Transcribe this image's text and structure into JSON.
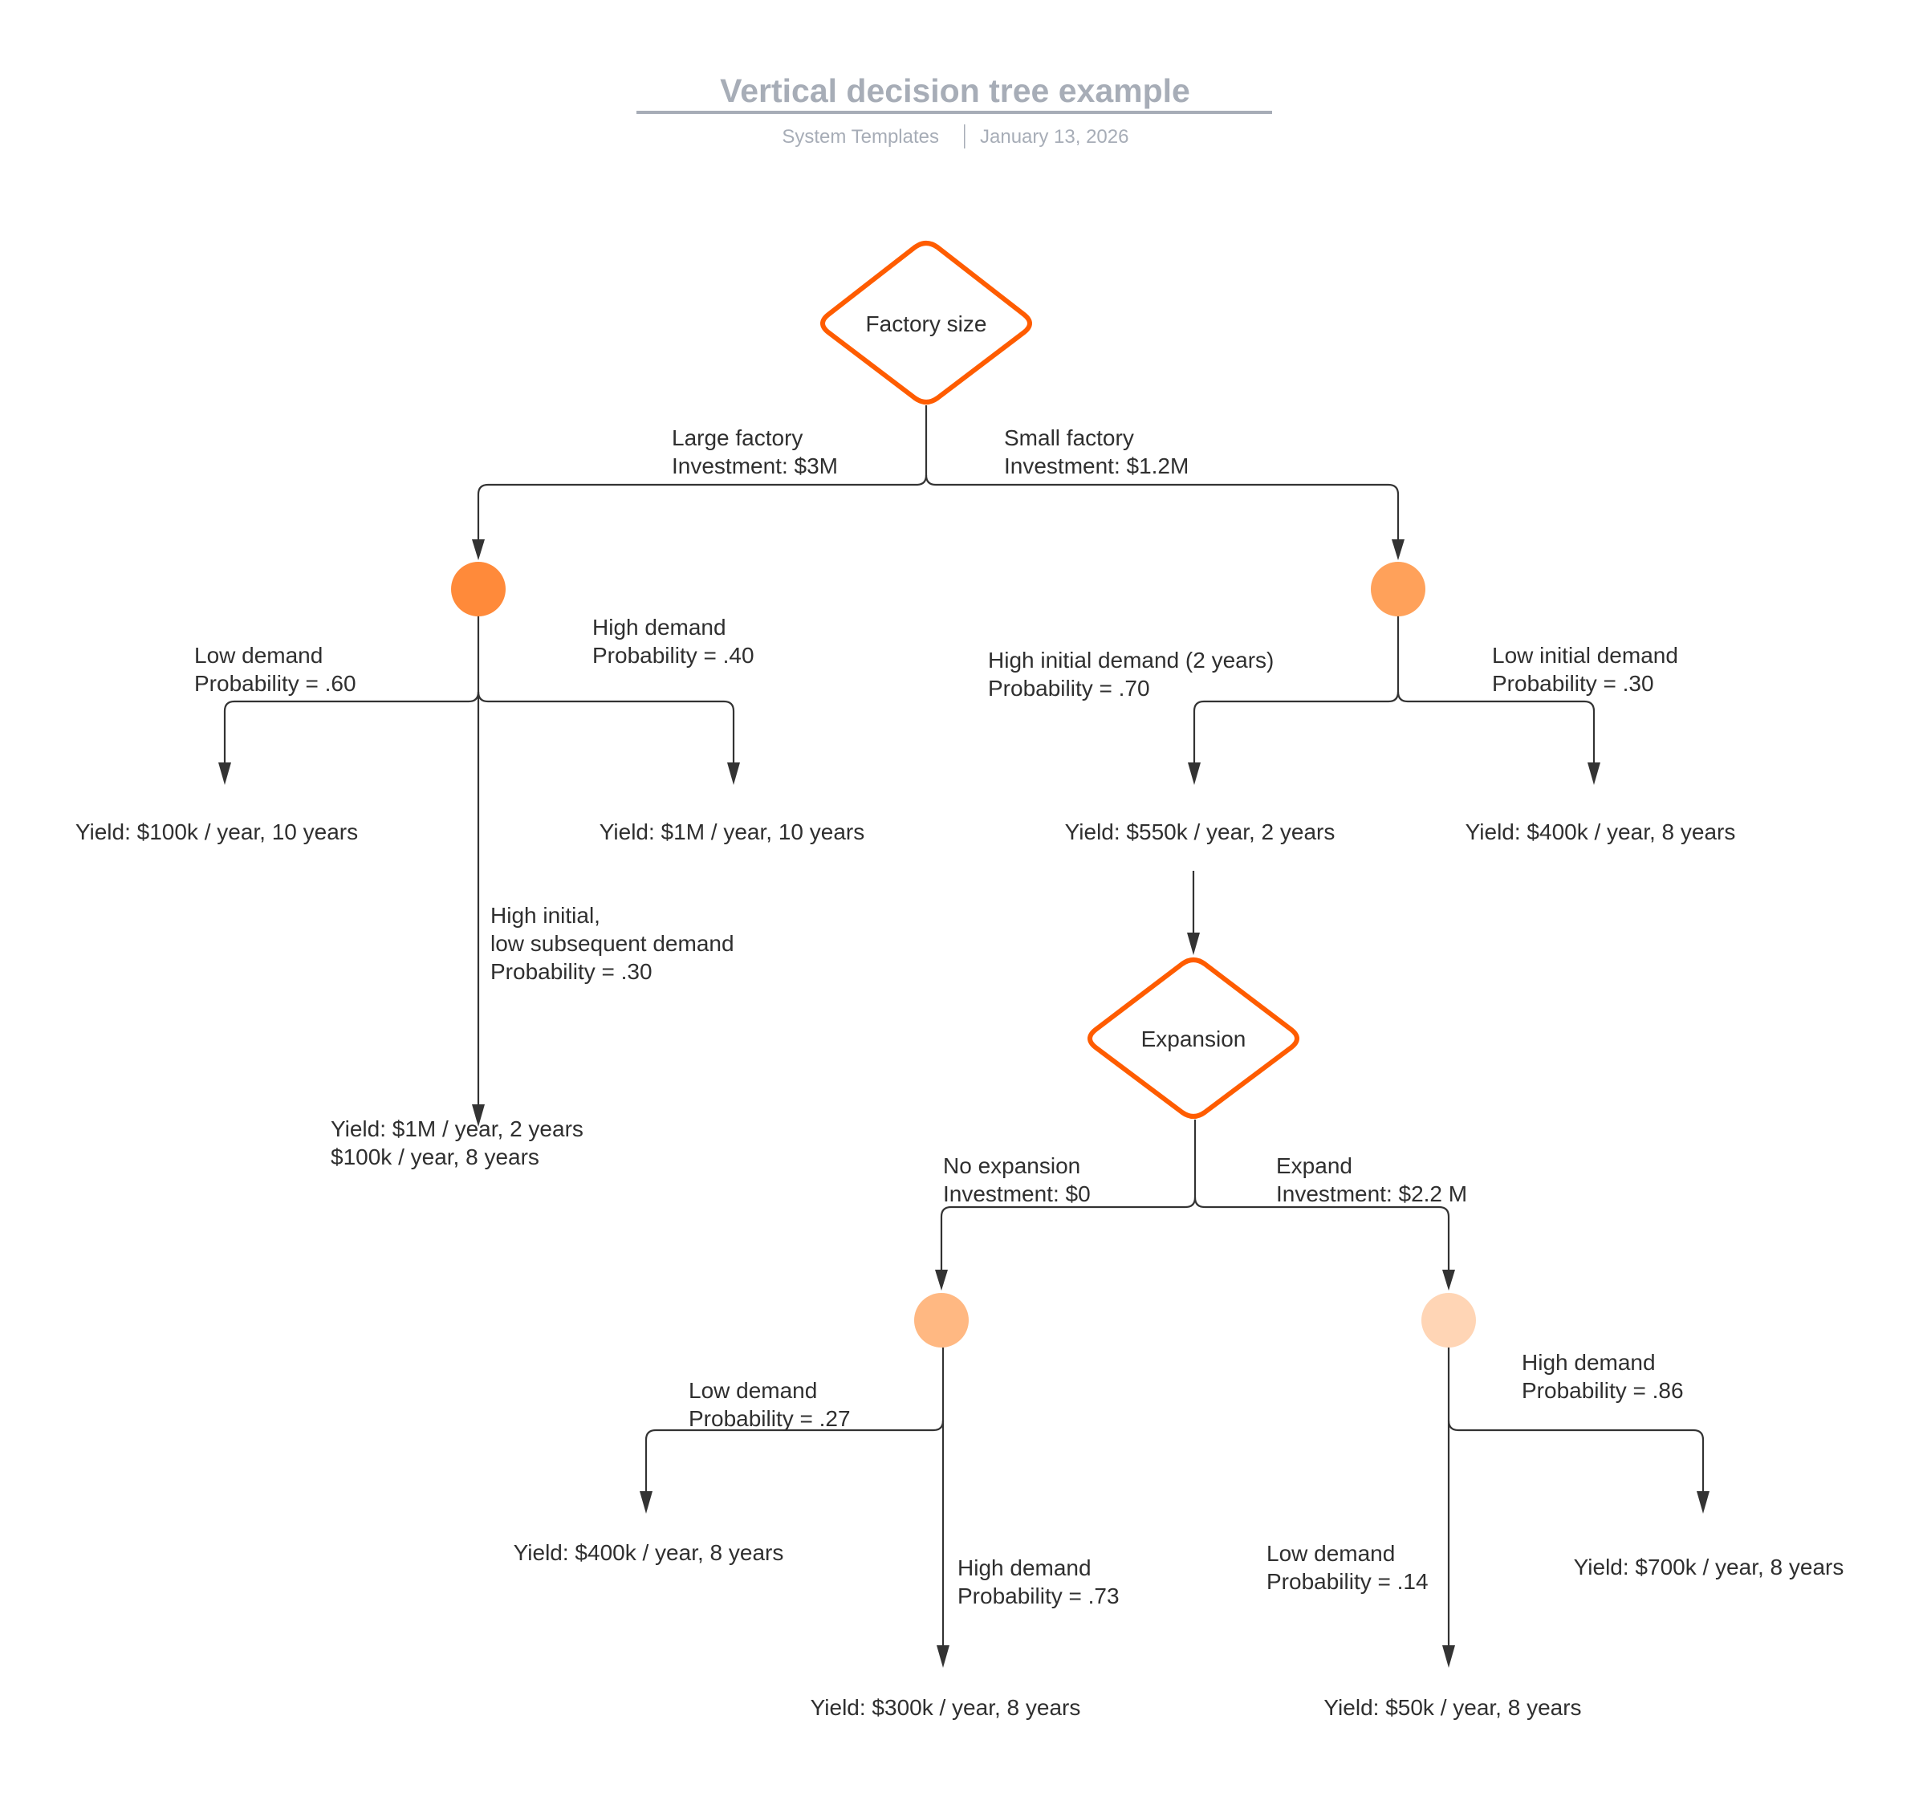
{
  "header": {
    "title": "Vertical decision tree example",
    "source": "System Templates",
    "separator": "|",
    "date": "January 13, 2026",
    "title_color": "#a7adb7"
  },
  "colors": {
    "decision_stroke": "#ff5c00",
    "chance_1": "#ff8a3a",
    "chance_2": "#ffa15a",
    "chance_3": "#ffb882",
    "chance_4": "#ffd5b5",
    "edge": "#333333",
    "text": "#2f2f2f"
  },
  "nodes": {
    "factory_size": {
      "type": "decision",
      "label": "Factory size"
    },
    "chance_large": {
      "type": "chance"
    },
    "chance_small": {
      "type": "chance"
    },
    "expansion": {
      "type": "decision",
      "label": "Expansion"
    },
    "chance_no_expansion": {
      "type": "chance"
    },
    "chance_expand": {
      "type": "chance"
    }
  },
  "edges": {
    "large_factory": [
      "Large factory",
      "Investment: $3M"
    ],
    "small_factory": [
      "Small factory",
      "Investment: $1.2M"
    ],
    "large_low_demand": [
      "Low demand",
      "Probability = .60"
    ],
    "large_high_demand": [
      "High demand",
      "Probability = .40"
    ],
    "large_high_initial_low_subsequent": [
      " High initial,",
      "low subsequent demand",
      "Probability = .30"
    ],
    "small_high_initial": [
      "High initial demand (2 years)",
      "Probability = .70"
    ],
    "small_low_initial": [
      "Low initial demand",
      "Probability = .30"
    ],
    "no_expansion": [
      "No expansion",
      "Investment: $0"
    ],
    "expand": [
      "Expand",
      "Investment: $2.2 M"
    ],
    "noexp_low_demand": [
      "Low demand",
      "Probability = .27"
    ],
    "noexp_high_demand": [
      "High demand",
      "Probability = .73"
    ],
    "exp_high_demand": [
      "High demand",
      "Probability = .86"
    ],
    "exp_low_demand": [
      "Low demand",
      "Probability = .14"
    ]
  },
  "outcomes": {
    "large_low": [
      "Yield: $100k / year, 10 years"
    ],
    "large_high": [
      "Yield: $1M / year, 10 years"
    ],
    "large_mixed": [
      "Yield: $1M / year, 2 years",
      "$100k / year, 8 years"
    ],
    "small_high_initial": [
      "Yield: $550k / year, 2 years"
    ],
    "small_low_initial": [
      "Yield: $400k / year, 8 years"
    ],
    "noexp_low": [
      "Yield: $400k / year, 8 years"
    ],
    "noexp_high": [
      "Yield: $300k / year, 8 years"
    ],
    "exp_high": [
      "Yield: $700k / year, 8 years"
    ],
    "exp_low": [
      "Yield: $50k / year, 8 years"
    ]
  }
}
